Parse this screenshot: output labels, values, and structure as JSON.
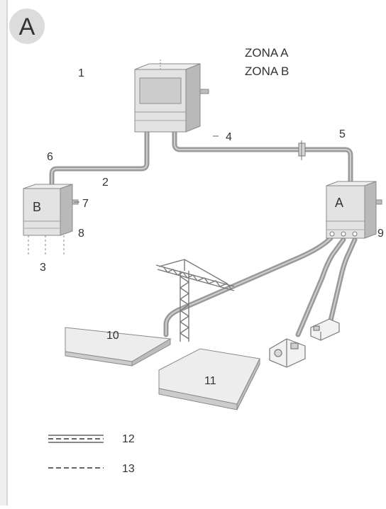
{
  "figure": {
    "panel_letter": "A",
    "zone_lines": [
      "ZONA A",
      "ZONA B"
    ],
    "box_b_letter": "B",
    "box_a_letter": "A"
  },
  "callouts": [
    "1",
    "2",
    "3",
    "4",
    "5",
    "6",
    "7",
    "8",
    "9",
    "10",
    "11"
  ],
  "legend": [
    {
      "number": "12",
      "style": "double-conduit-with-dashes"
    },
    {
      "number": "13",
      "style": "dashed-line"
    }
  ],
  "colors": {
    "paper": "#f4f4f2",
    "ink": "#333333",
    "conduit": "#9a9a9a",
    "conduit_light": "#c9c9c9",
    "box_fill": "#e3e3e3",
    "box_side": "#b9b9b9",
    "box_top": "#eeeeee"
  },
  "icons": [
    "circled-letter-icon",
    "distribution-box-icon",
    "crane-icon",
    "machine-icon",
    "plate-icon"
  ]
}
